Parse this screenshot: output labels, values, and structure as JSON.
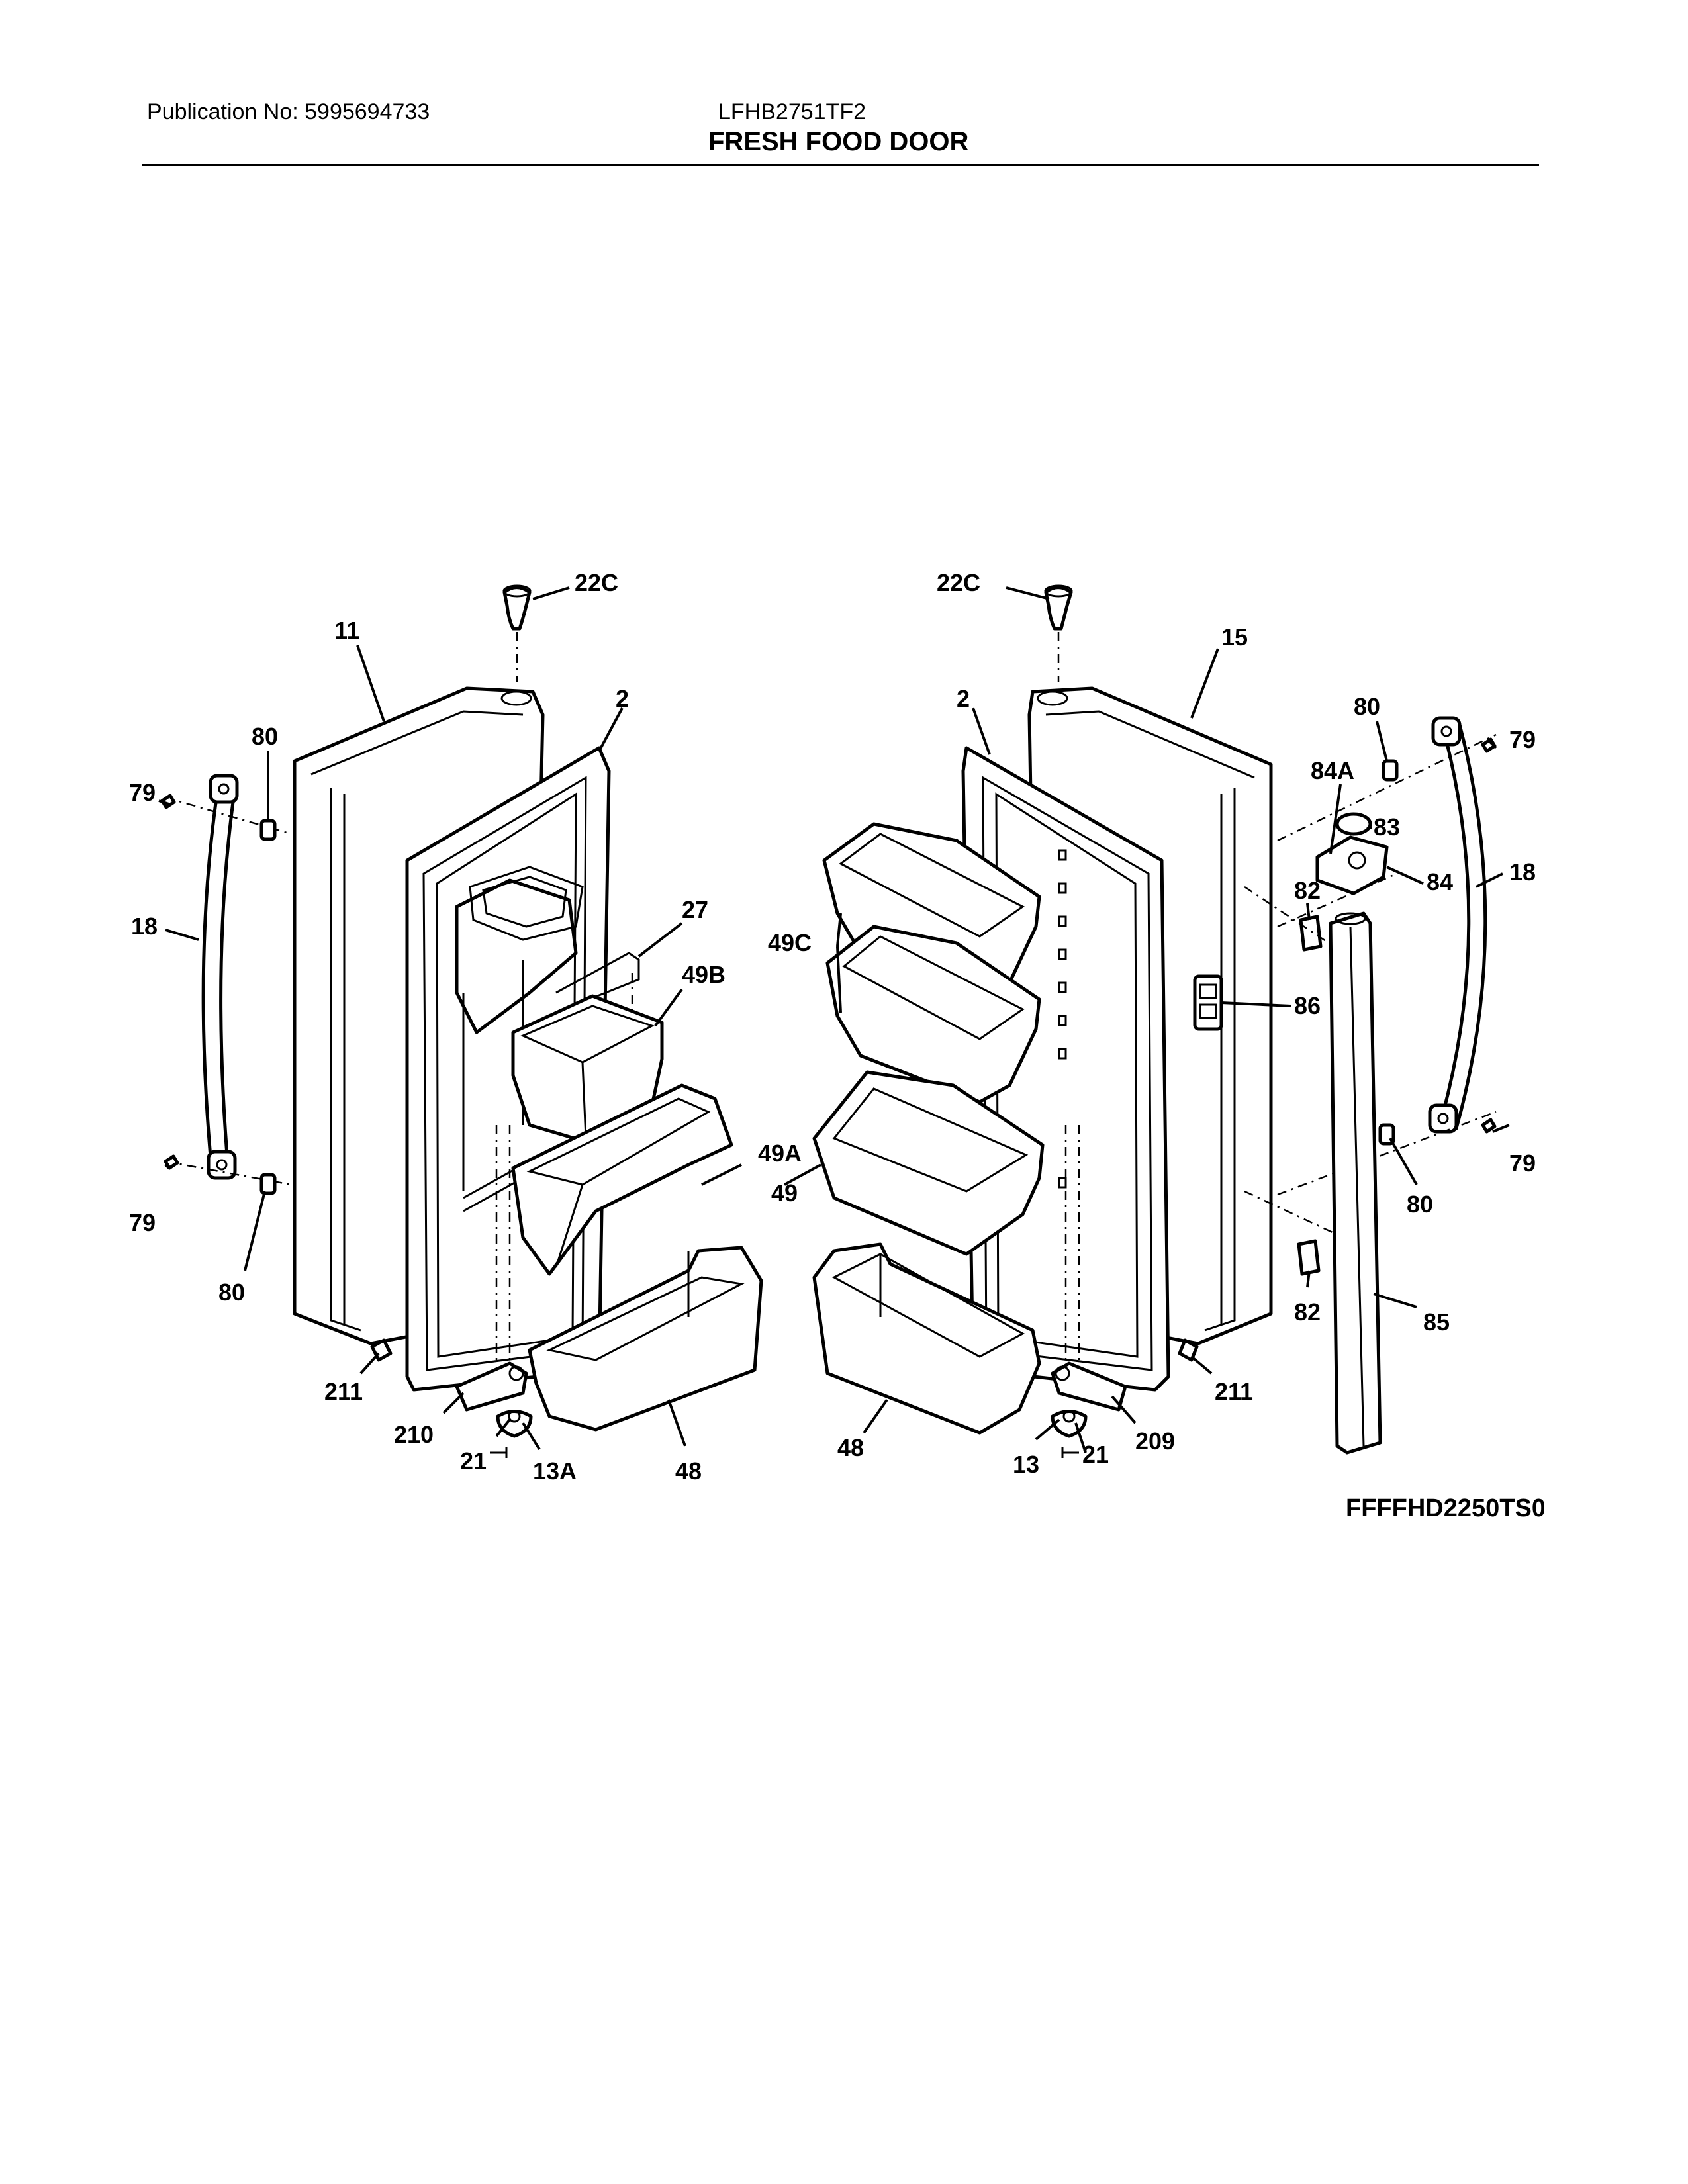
{
  "header": {
    "publication": "Publication No: 5995694733",
    "model": "LFHB2751TF2",
    "title": "FRESH FOOD DOOR"
  },
  "diagram_code": "FFFFHD2250TS0",
  "callouts": [
    "22C",
    "11",
    "2",
    "80",
    "79",
    "18",
    "27",
    "49B",
    "49A",
    "79",
    "80",
    "211",
    "210",
    "21",
    "13A",
    "48",
    "22C",
    "15",
    "2",
    "80",
    "79",
    "84A",
    "83",
    "84",
    "18",
    "82",
    "49C",
    "86",
    "49",
    "79",
    "80",
    "82",
    "85",
    "211",
    "48",
    "13",
    "21",
    "209"
  ]
}
